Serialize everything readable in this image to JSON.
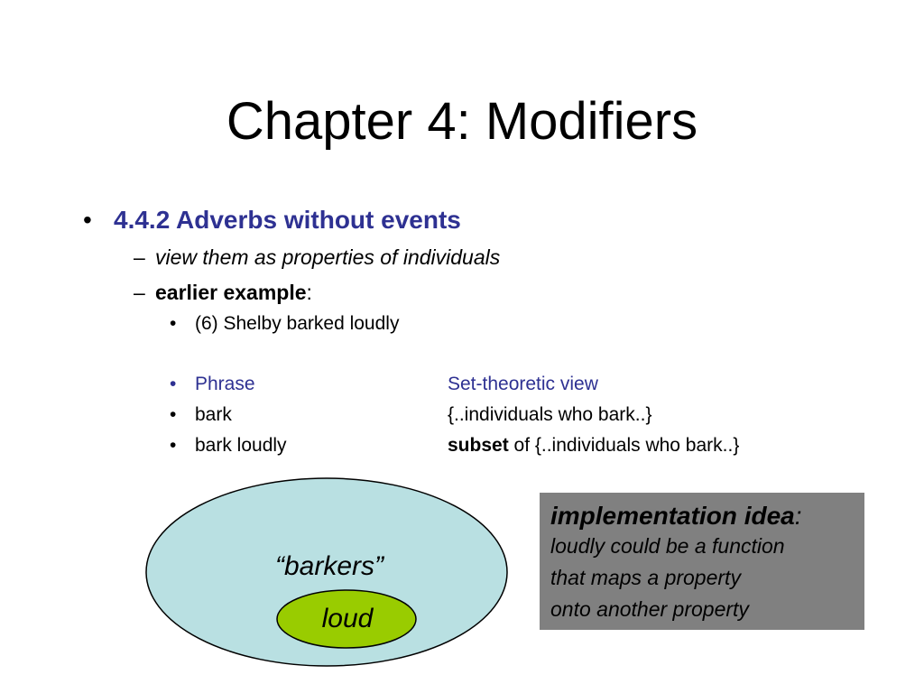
{
  "slide": {
    "title": "Chapter 4: Modifiers",
    "bullet_char": "•",
    "dash_char": "–",
    "section": {
      "heading": "4.4.2 Adverbs without events",
      "sub1": "view them as properties of individuals",
      "sub2_bold": "earlier example",
      "sub2_rest": ":",
      "example": "(6) Shelby barked loudly"
    },
    "table": {
      "header": {
        "phrase": "Phrase",
        "view": "Set-theoretic view"
      },
      "rows": [
        {
          "phrase": "bark",
          "view_bold": "",
          "view_rest": "{..individuals who bark..}"
        },
        {
          "phrase": "bark loudly",
          "view_bold": "subset",
          "view_rest": " of {..individuals who bark..}"
        }
      ]
    },
    "diagram": {
      "outer_label": "“barkers”",
      "inner_label": "loud",
      "outer_fill": "#B9E0E2",
      "inner_fill": "#99CC00"
    },
    "implementation": {
      "heading_bold": "implementation idea",
      "heading_colon": ":",
      "lines": [
        "loudly could be a function",
        "that maps a property",
        "onto another property"
      ],
      "bg": "#808080"
    }
  }
}
